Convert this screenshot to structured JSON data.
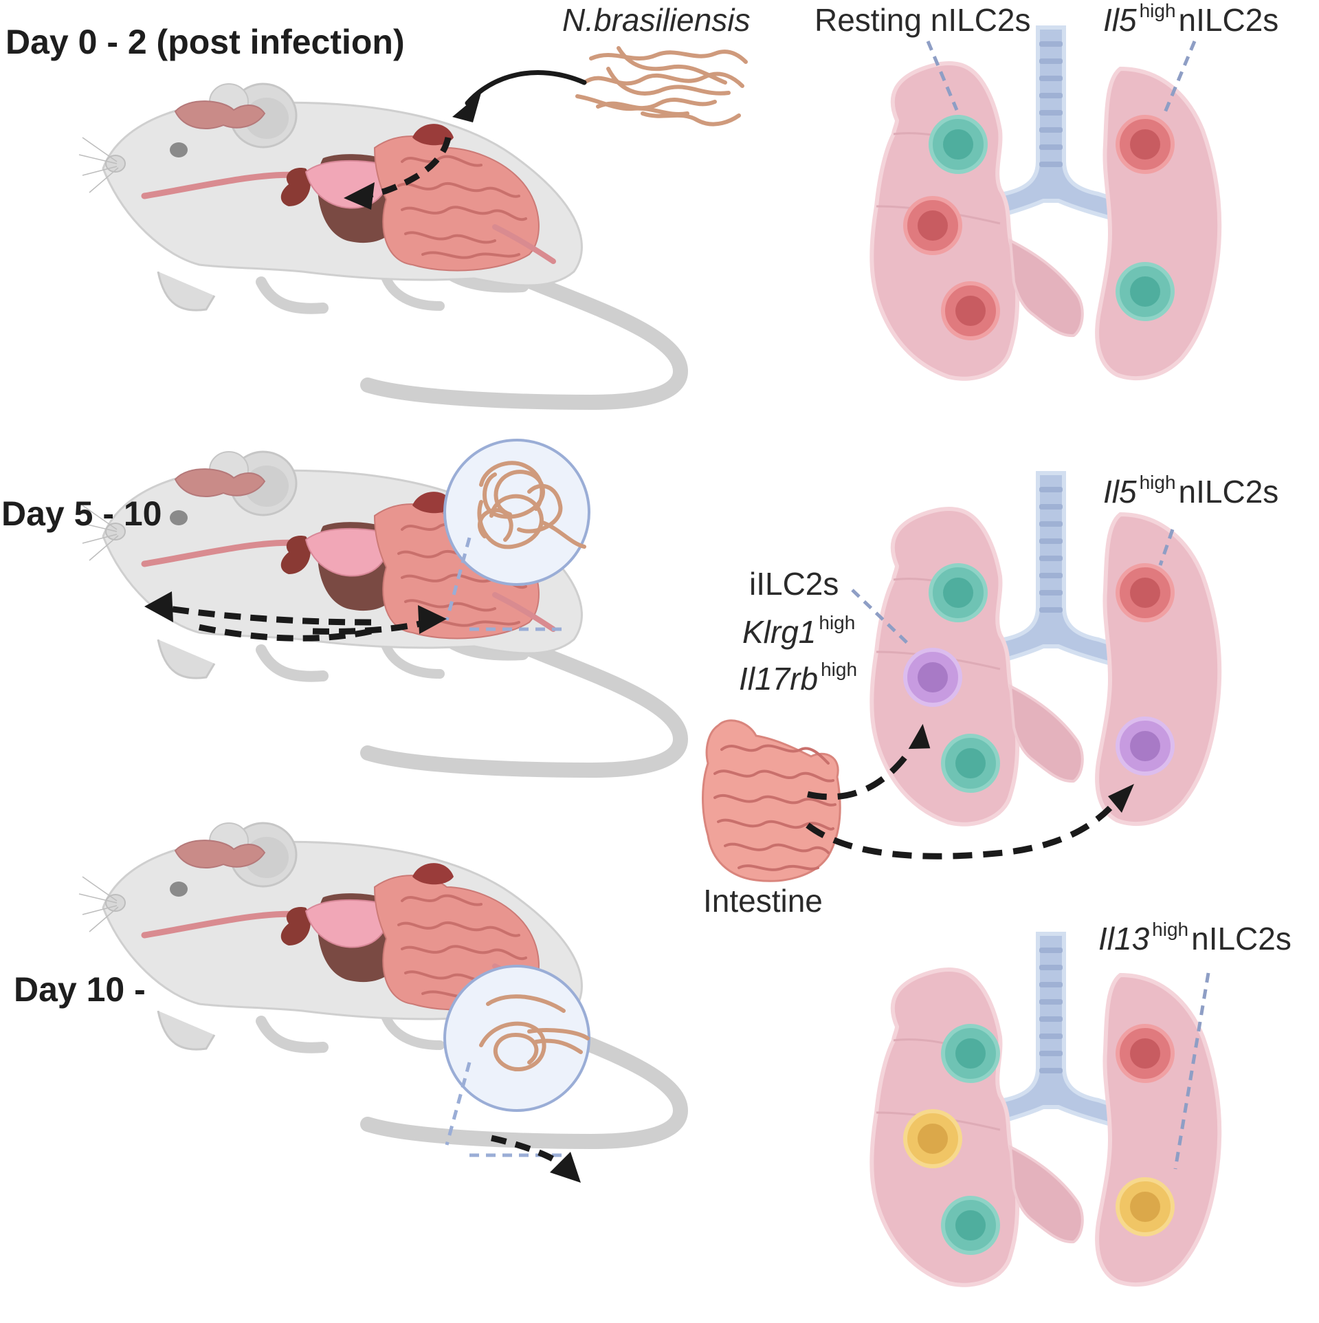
{
  "panels": [
    {
      "day_label": "Day 0 - 2 (post infection)",
      "parasite_label": "N.brasiliensis",
      "cell_labels": {
        "resting": "Resting nILC2s",
        "il5_gene": "Il5",
        "il5_sup": "high",
        "il5_suffix": "nILC2s"
      }
    },
    {
      "day_label": "Day 5 - 10",
      "cell_labels": {
        "il5_gene": "Il5",
        "il5_sup": "high",
        "il5_suffix": "nILC2s",
        "iilc2": "iILC2s",
        "klrg1_gene": "Klrg1",
        "klrg1_sup": "high",
        "il17rb_gene": "Il17rb",
        "il17rb_sup": "high"
      },
      "organ_label": "Intestine"
    },
    {
      "day_label": "Day 10 -",
      "cell_labels": {
        "il13_gene": "Il13",
        "il13_sup": "high",
        "il13_suffix": "nILC2s"
      }
    }
  ],
  "colors": {
    "resting_cell": "#6fc3b4",
    "il5_cell": "#e07a7e",
    "iilc2_cell": "#c79be0",
    "il13_cell": "#f0c565",
    "lung": "#ebbcc6",
    "trachea": "#b7c7e3",
    "mouse_body": "#e4e4e4",
    "arrow": "#1a1a1a",
    "worm": "#cf9a7c"
  }
}
